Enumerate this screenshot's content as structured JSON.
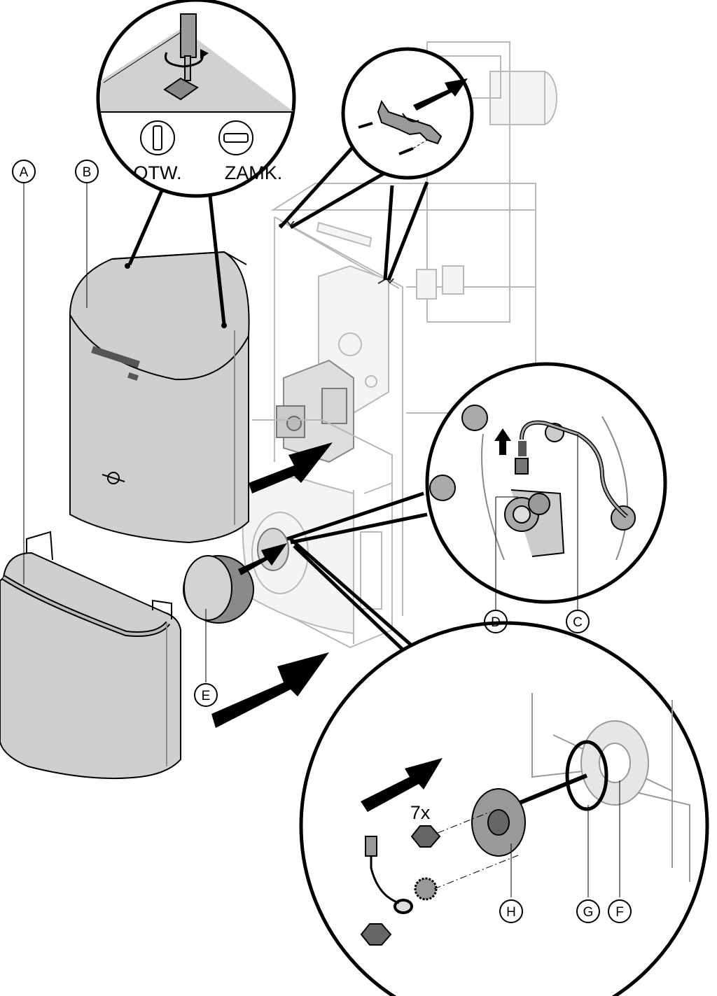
{
  "colors": {
    "panel_fill": "#cfcfcf",
    "panel_dark": "#a8a8a8",
    "ghost_line": "#b9b9b9",
    "ink": "#000000"
  },
  "screwdriver_symbols": {
    "open": "OTW.",
    "closed": "ZAMK."
  },
  "quantity_note": "7x",
  "callouts": {
    "A": "A",
    "B": "B",
    "C": "C",
    "D": "D",
    "E": "E",
    "F": "F",
    "G": "G",
    "H": "H"
  }
}
